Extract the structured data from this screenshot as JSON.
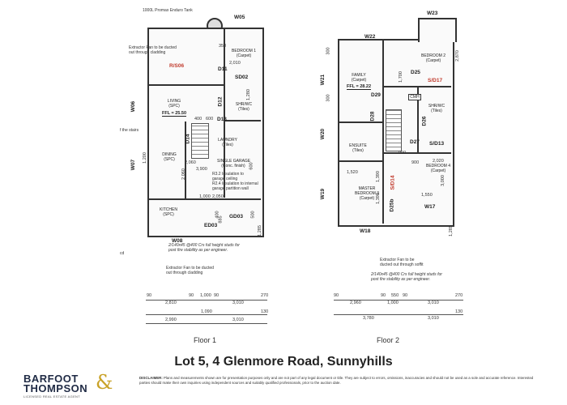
{
  "tank_label": "1000L Promax Enduro Tank",
  "floor1": {
    "label": "Floor 1",
    "ffl": "FFL = 25.50",
    "stairs": "f the stairs",
    "rooms": {
      "bedroom1": "BEDROOM 1\n(Carpet)",
      "living": "LIVING\n(SPC)",
      "shr_wc": "SHR/WC\n(Tiles)",
      "laundry": "LAUNDRY\n(Tiles)",
      "dining": "DINING\n(SPC)",
      "garage": "SINGLE GARAGE\n(Conc. finish)",
      "kitchen": "KITCHEN\n(SPC)"
    },
    "codes": [
      "W05",
      "R/S06",
      "W06",
      "W07",
      "D11",
      "SD02",
      "D12",
      "D13",
      "D14",
      "W08",
      "ED03",
      "GD03"
    ],
    "notes": {
      "fan_top": "Extractor Fan to be ducted\nout through cladding",
      "fan_bottom": "Extractor Fan to be ducted\nout through cladding",
      "garage_insulation": "R3.2 Insulation to\ngarage ceiling\nR2.4 Insulation to internal\ngarage partition wall",
      "studs": "2/140x45 @400 Crs full height studs for\npost fire stability as per engineer.",
      "cut": "cd"
    },
    "dims_row1": [
      "90",
      "2,810",
      "90",
      "1,000",
      "90",
      "3,010",
      "270"
    ],
    "dims_row2": [
      "1,090",
      "130"
    ],
    "dims_row3": [
      "2,990",
      "3,010"
    ],
    "inner_dims": [
      "400",
      "600",
      "3,900",
      "2,060",
      "1,000",
      "2,050",
      "1,200",
      "1,280",
      "400",
      "885",
      "600",
      "500",
      "1,285",
      "350",
      "2,010",
      "2,060"
    ]
  },
  "floor2": {
    "label": "Floor 2",
    "ffl": "FFL = 28.22",
    "rooms": {
      "family": "FAMILY\n(Carpet)",
      "bedroom2": "BEDROOM 2\n(Carpet)",
      "cmh": "CMH",
      "shr_wc": "SHR/WC\n(Tiles)",
      "ensuite": "ENSUITE\n(Tiles)",
      "bedroom4": "BEDROOM 4\n(Carpet)",
      "master": "MASTER\nBEDROOM 3\n(Carpet)"
    },
    "codes": [
      "W23",
      "W22",
      "W21",
      "D25",
      "S/D17",
      "D29",
      "D28",
      "W20",
      "D27",
      "S/D13",
      "D26",
      "W19",
      "S/D14",
      "D25b",
      "W17",
      "W18"
    ],
    "notes": {
      "fan": "Extractor Fan to be\nducted out through soffit",
      "studs": "2/140x45 @400 Crs full height studs for\npost fire stability as per engineer."
    },
    "dims_row1": [
      "90",
      "90",
      "550",
      "90",
      "270"
    ],
    "dims_row2": [
      "2,960",
      "1,000",
      "3,010"
    ],
    "dims_row3": [
      "3,780",
      "130",
      "3,010"
    ],
    "inner_dims": [
      "2,870",
      "1,700",
      "900",
      "1,520",
      "2,020",
      "1,390",
      "1,390",
      "900",
      "3,000",
      "1,550",
      "300",
      "300",
      "1,285"
    ]
  },
  "title": "Lot 5, 4 Glenmore Road, Sunnyhills",
  "logo": {
    "line1": "BARFOOT",
    "line2": "THOMPSON",
    "amp": "&",
    "sub": "LICENSED REAL ESTATE AGENT"
  },
  "disclaimer_label": "DISCLAIMER:",
  "disclaimer": "Plans and measurements shown are for presentation purposes only and are not part of any legal document or title. They are subject to errors, omissions, inaccuracies and should not be used as a sole and accurate reference. Interested parties should make their own inquiries using independent sources and suitably qualified professionals, prior to the auction date."
}
